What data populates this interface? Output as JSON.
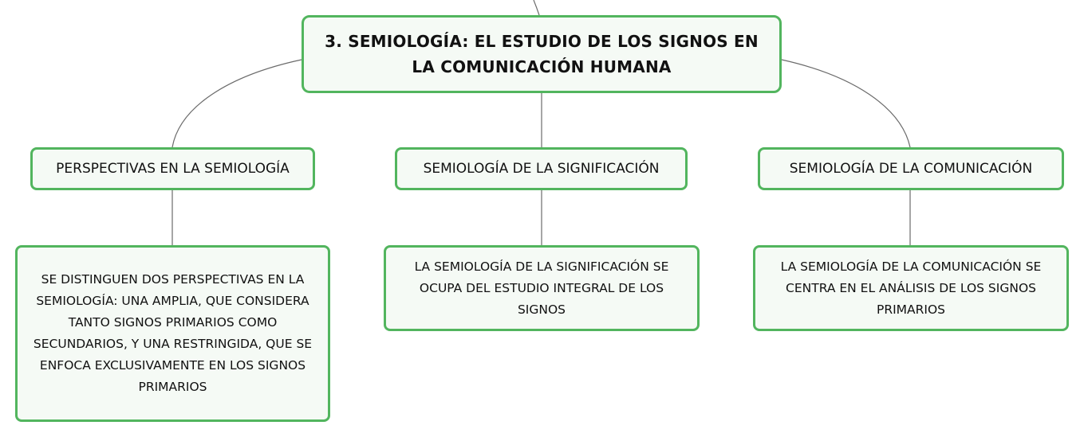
{
  "mindmap": {
    "root": {
      "title": "3. SEMIOLOGÍA: EL ESTUDIO DE LOS SIGNOS EN LA COMUNICACIÓN HUMANA"
    },
    "branches": [
      {
        "label": "PERSPECTIVAS EN LA SEMIOLOGÍA",
        "detail": "SE DISTINGUEN DOS PERSPECTIVAS EN LA SEMIOLOGÍA: UNA AMPLIA, QUE CONSIDERA TANTO SIGNOS PRIMARIOS COMO SECUNDARIOS, Y UNA RESTRINGIDA, QUE SE ENFOCA EXCLUSIVAMENTE EN LOS SIGNOS PRIMARIOS"
      },
      {
        "label": "SEMIOLOGÍA DE LA SIGNIFICACIÓN",
        "detail": "LA SEMIOLOGÍA DE LA SIGNIFICACIÓN SE OCUPA DEL ESTUDIO INTEGRAL DE LOS SIGNOS"
      },
      {
        "label": "SEMIOLOGÍA DE LA COMUNICACIÓN",
        "detail": "LA SEMIOLOGÍA DE LA COMUNICACIÓN SE CENTRA EN EL ANÁLISIS DE LOS SIGNOS PRIMARIOS"
      }
    ],
    "colors": {
      "node_border": "#52b55e",
      "node_fill": "#f5faf5",
      "connector": "#6b6b6b",
      "text": "#111111"
    }
  }
}
